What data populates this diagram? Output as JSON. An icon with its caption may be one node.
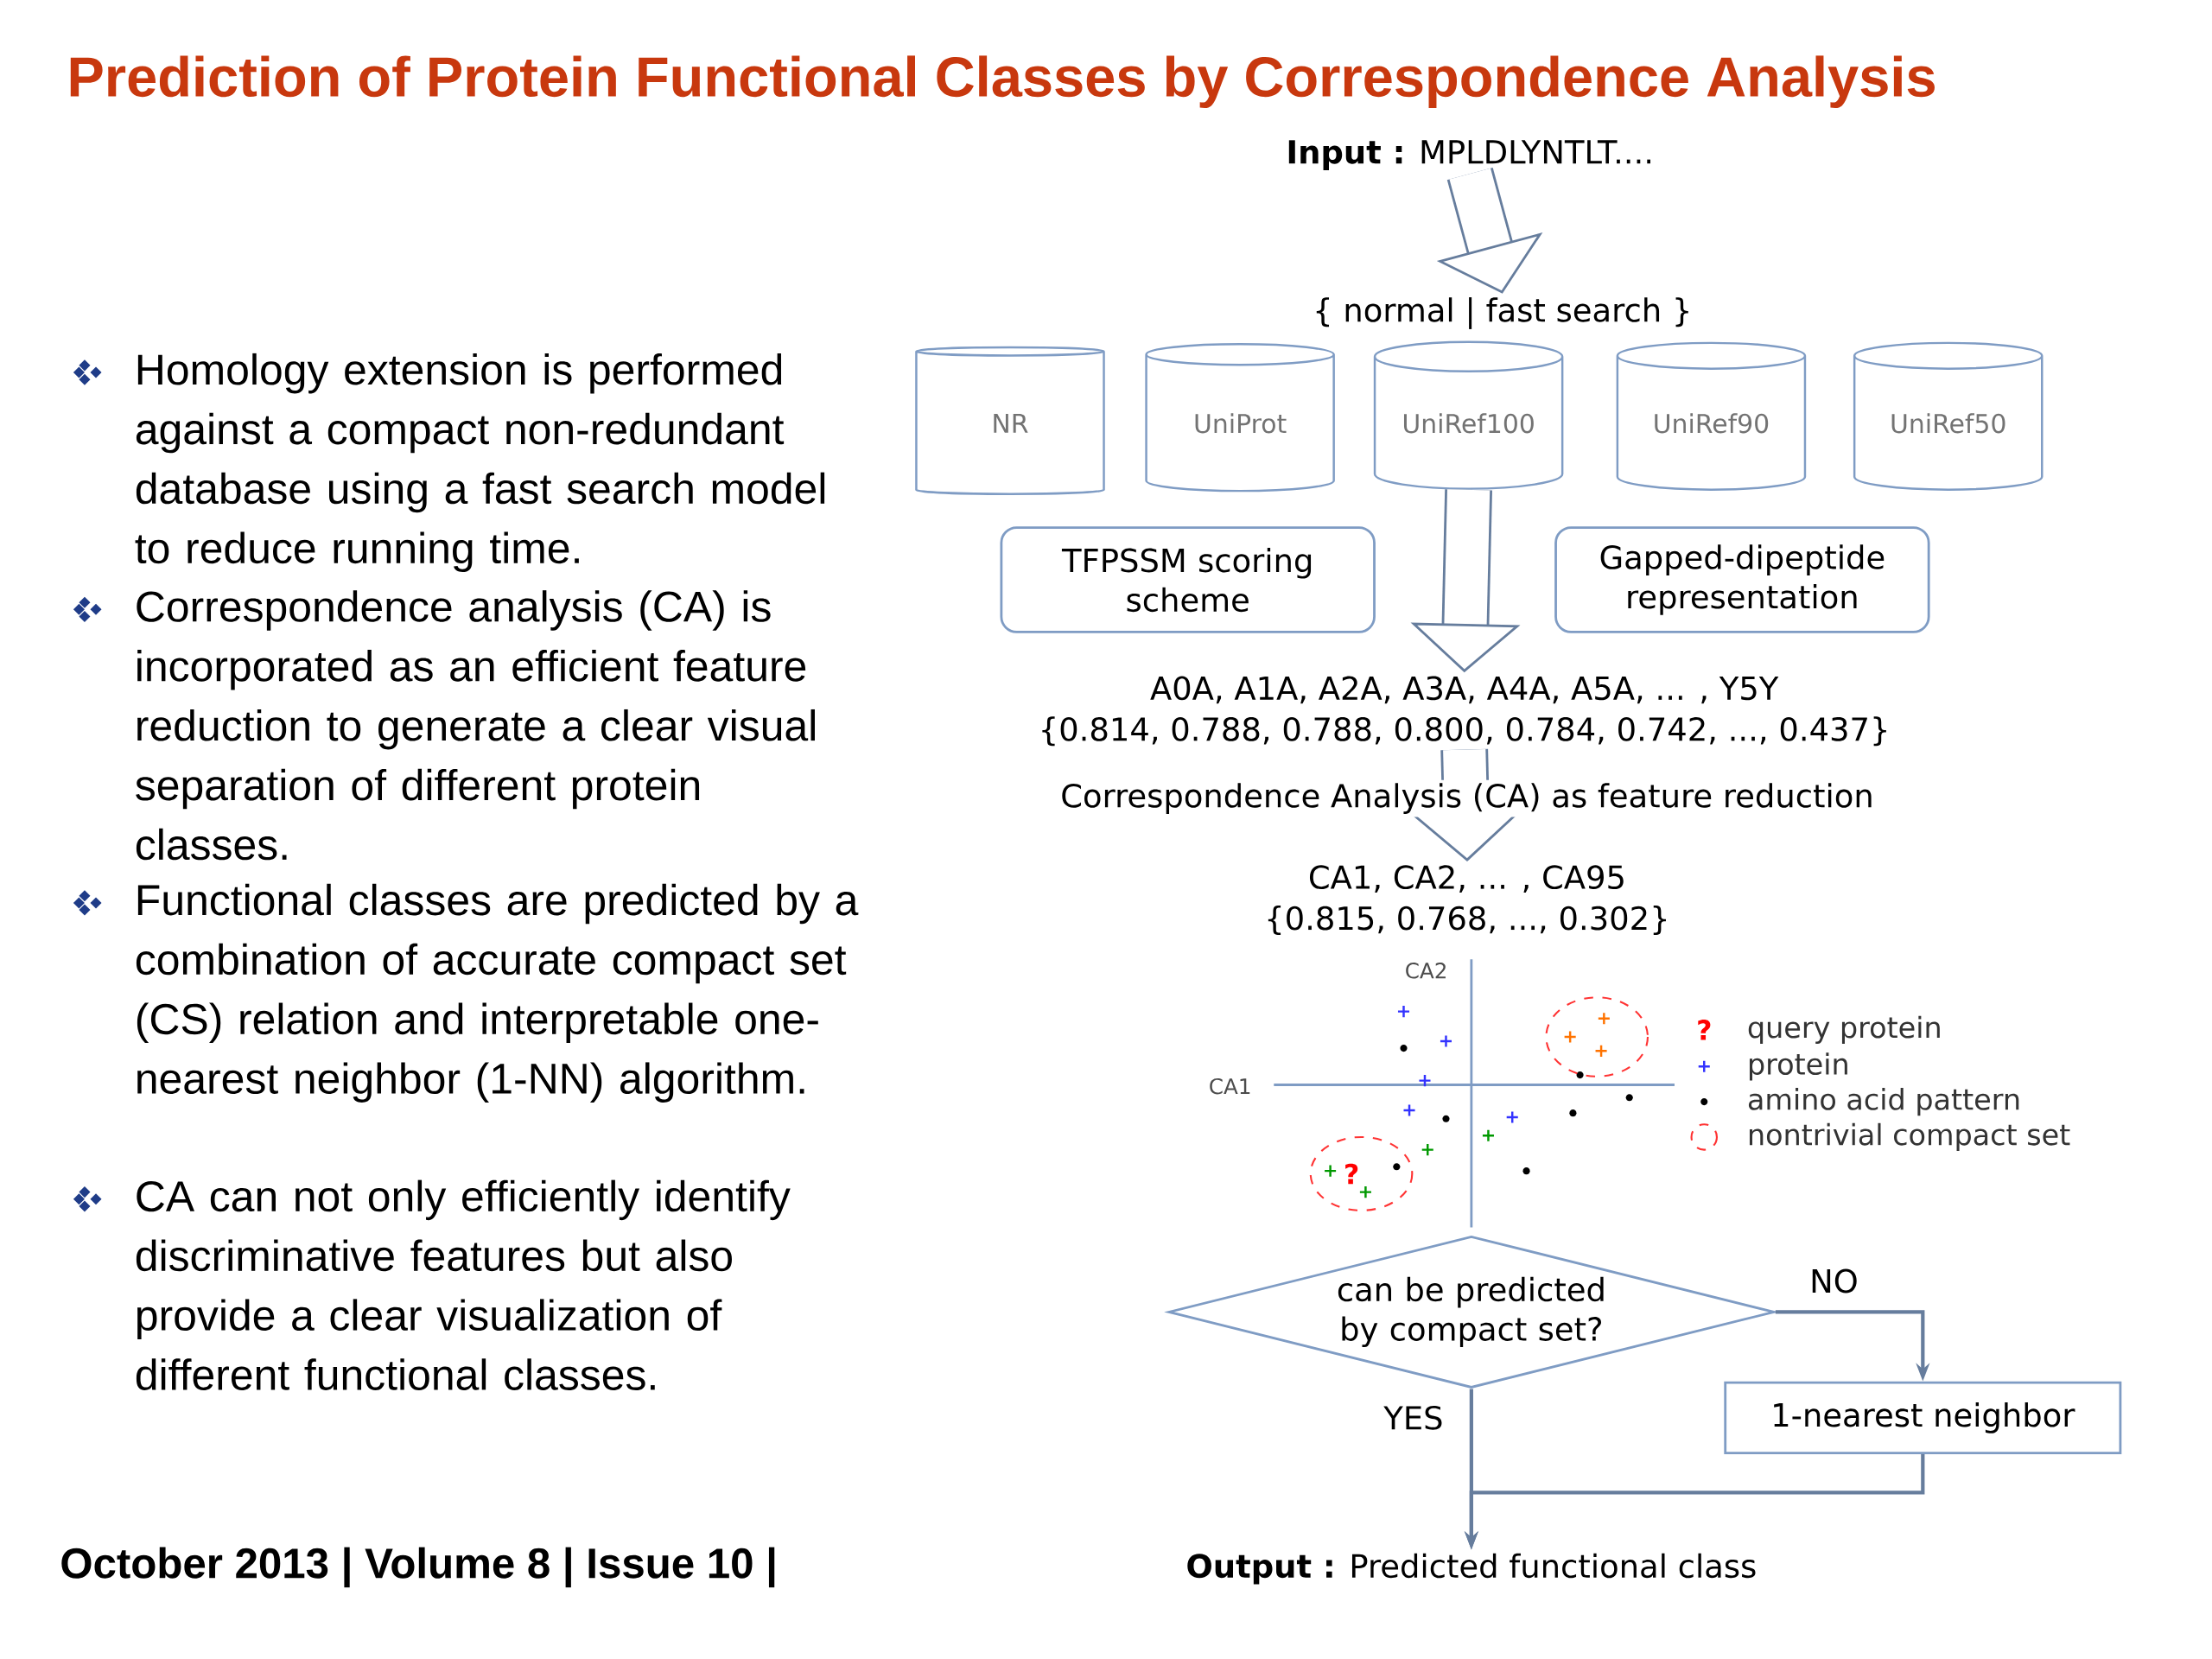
{
  "diagram": {
    "title": "Prediction of Protein Functional Classes by Correspondence Analysis",
    "nodes": [
      {
        "text": [
          "**Input :** MPLDLYNTLT...."
        ]
      },
      {
        "text": [
          "{ normal | fast search }"
        ]
      },
      {
        "text": [
          "NR"
        ]
      },
      {
        "text": [
          "UniProt"
        ]
      },
      {
        "text": [
          "UniRef100"
        ]
      },
      {
        "text": [
          "UniRef90"
        ]
      },
      {
        "text": [
          "UniRef50"
        ]
      },
      {
        "text": [
          "TFPSSM scoring scheme"
        ]
      },
      {
        "text": [
          "Gapped-dipeptide representation"
        ]
      },
      {
        "text": [
          "A0A,   A1A,   A2A,   A3A,   A4A,   A5A, ... ,   Y5Y",
          "{0.814, 0.788, 0.788, 0.800, 0.784, 0.742, ..., 0.437}"
        ]
      },
      {
        "text": [
          "CA1,   CA2, ... , CA95",
          "{0.815, 0.768, ..., 0.302}"
        ]
      },
      {
        "text": [
          "can be predicted by compact set?"
        ]
      },
      {
        "text": [
          "1-nearest neighbor"
        ]
      },
      {
        "text": [
          "**Output :** Predicted functional class"
        ]
      }
    ],
    "edges": [
      {
        "from": 0,
        "to": 1,
        "arrow": "to",
        "style": "thick"
      },
      {
        "from": 4,
        "to": 9,
        "arrow": "to",
        "style": "thick"
      },
      {
        "from": 9,
        "to": 10,
        "arrow": "to",
        "style": "thick",
        "label": "Correspondence Analysis (CA) as feature reduction"
      },
      {
        "from": 11,
        "to": 12,
        "arrow": "to",
        "label": "NO"
      },
      {
        "from": 11,
        "to": 13,
        "arrow": "to",
        "label": "YES"
      },
      {
        "from": 12,
        "to": 13,
        "arrow": "to"
      }
    ],
    "labels": [
      "Homology extension is performed against a compact non-redundant database using a fast search model to reduce running time.",
      "Correspondence analysis (CA) is incorporated as an efficient feature reduction to generate a clear visual separation of different protein classes.",
      "Functional classes are predicted by a combination of accurate compact set (CS) relation and interpretable one-nearest neighbor (1-NN) algorithm.",
      "CA can not only efficiently identify discriminative features but also provide a clear visualization of different functional classes.",
      "October 2013 | Volume 8 | Issue 10 |",
      "CA2",
      "CA1",
      "?",
      "?"
    ],
    "legend": [
      {
        "text": "query protein"
      },
      {
        "text": "protein"
      },
      {
        "text": "amino acid pattern"
      },
      {
        "text": "nontrivial compact set"
      }
    ]
  }
}
